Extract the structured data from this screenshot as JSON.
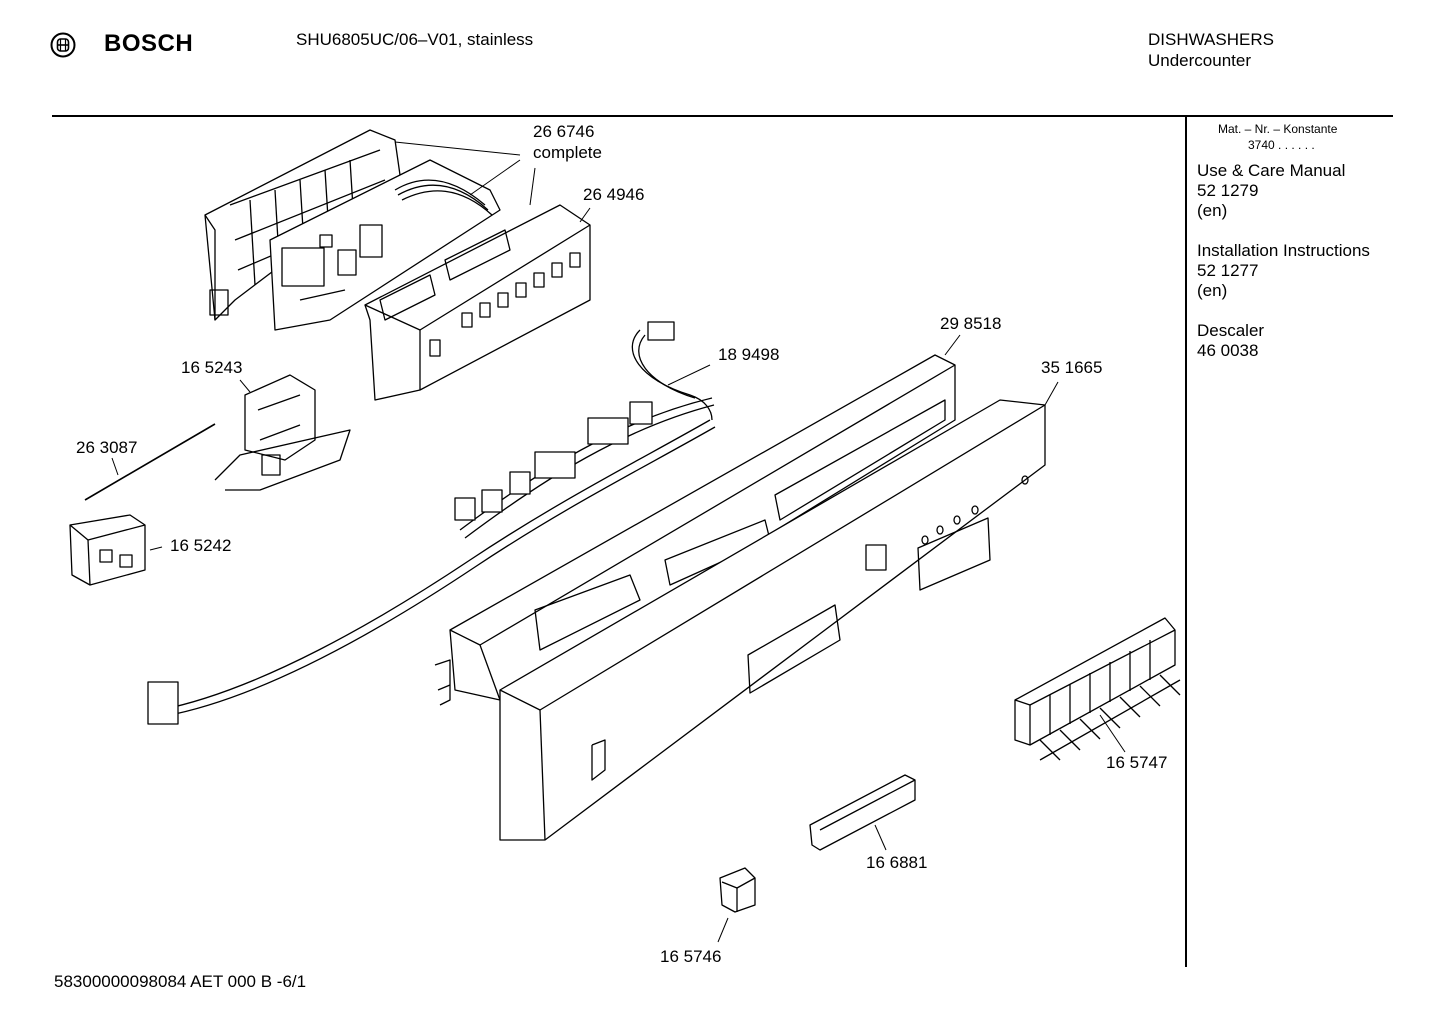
{
  "header": {
    "brand": "BOSCH",
    "model": "SHU6805UC/06–V01, stainless",
    "category": "DISHWASHERS",
    "subcategory": "Undercounter"
  },
  "sidebar": {
    "mat_line": "Mat. – Nr. – Konstante",
    "mat_value": "3740  .  .    .  .  .  .",
    "docs": [
      {
        "title": "Use & Care Manual",
        "number": "52 1279",
        "lang": "(en)"
      },
      {
        "title": "Installation Instructions",
        "number": "52 1277",
        "lang": "(en)"
      },
      {
        "title": "Descaler",
        "number": "46 0038"
      }
    ]
  },
  "parts": {
    "p266746": "26 6746",
    "p266746_note": "complete",
    "p264946": "26 4946",
    "p165243": "16 5243",
    "p189498": "18 9498",
    "p298518": "29 8518",
    "p351665": "35 1665",
    "p263087": "26 3087",
    "p165242": "16 5242",
    "p165747": "16 5747",
    "p166881": "16 6881",
    "p165746": "16 5746"
  },
  "footer": {
    "code": "58300000098084 AET 000 B  -6/1"
  }
}
